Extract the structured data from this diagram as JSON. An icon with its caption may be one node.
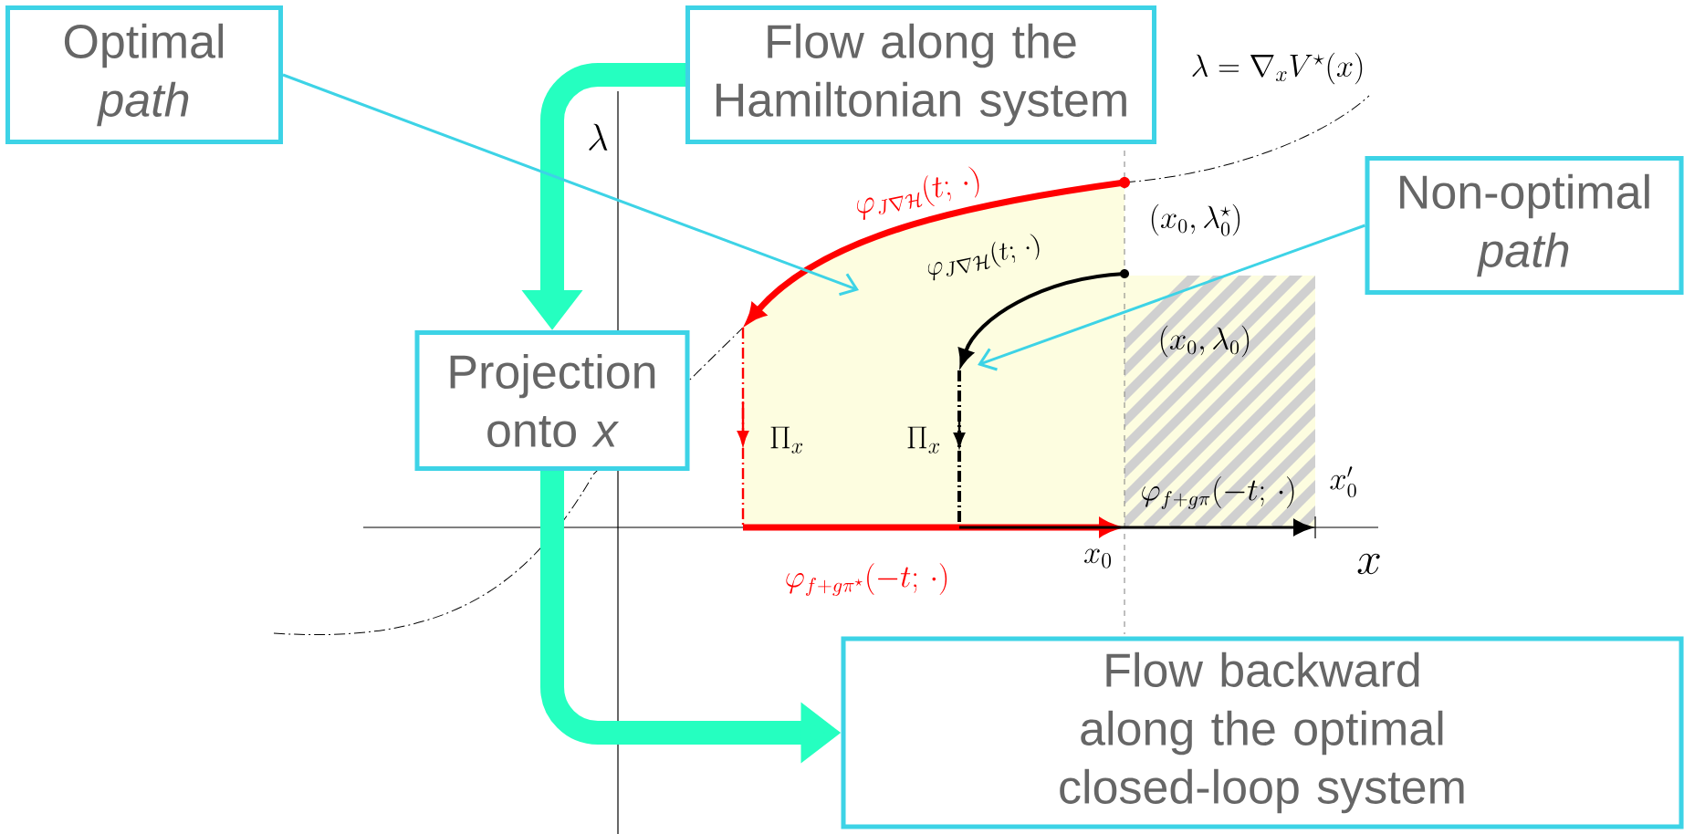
{
  "diagram": {
    "nodes": [
      {
        "text": [
          "Optimal *path*"
        ]
      },
      {
        "text": [
          "Flow along the Hamiltonian system"
        ]
      },
      {
        "text": [
          "Non-optimal *path*"
        ]
      },
      {
        "text": [
          "Projection onto *x*"
        ]
      },
      {
        "text": [
          "Flow backward along the optimal closed-loop system"
        ]
      }
    ],
    "edges": [
      {
        "from": 1,
        "to": 3,
        "arrow": "to",
        "style": "thick",
        "color": "#25ffc0"
      },
      {
        "from": 3,
        "to": 4,
        "arrow": "to",
        "style": "thick",
        "color": "#25ffc0"
      },
      {
        "from": 0,
        "to": null,
        "arrow": "to",
        "color": "#3dd3e6"
      },
      {
        "from": 2,
        "to": null,
        "arrow": "to",
        "color": "#3dd3e6"
      }
    ],
    "labels": [
      "\\lambda",
      "\\lambda = \\nabla_x V^{\\star}(x)",
      "\\varphi_{J\\nabla\\mathcal{H}}(t;\\,\\cdot)",
      "(x_0,\\lambda_0^{\\star})",
      "\\varphi_{J\\nabla\\mathcal{H}}(t;\\,\\cdot)",
      "(x_0,\\lambda_0)",
      "\\Pi_x",
      "\\Pi_x",
      "\\varphi_{f+g\\pi}(-t;\\,\\cdot)",
      "x_0'",
      "x",
      "x_0",
      "\\varphi_{f+g\\pi^{\\star}}(-t;\\,\\cdot)"
    ]
  }
}
